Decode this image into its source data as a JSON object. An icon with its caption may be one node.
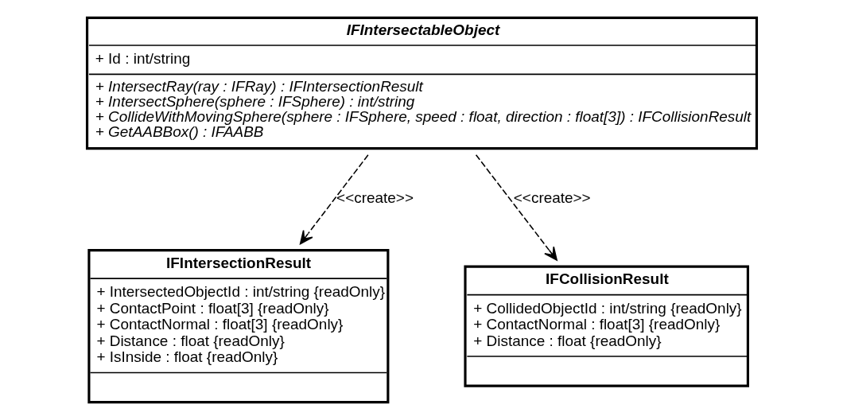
{
  "diagram": {
    "nodes": [
      {
        "text": [
          "IFIntersectableObject",
          "+ Id : int/string",
          "+ IntersectRay(ray : IFRay) : IFIntersectionResult",
          "+ IntersectSphere(sphere : IFSphere) : int/string",
          "+ CollideWithMovingSphere(sphere : IFSphere, speed : float, direction : float[3]) : IFCollisionResult",
          "+ GetAABBox() : IFAABB"
        ]
      },
      {
        "text": [
          "IFIntersectionResult",
          "+ IntersectedObjectId : int/string {readOnly}",
          "+ ContactPoint : float[3] {readOnly}",
          "+ ContactNormal : float[3] {readOnly}",
          "+ Distance : float {readOnly}",
          "+ IsInside : float {readOnly}"
        ]
      },
      {
        "text": [
          "IFCollisionResult",
          "+ CollidedObjectId : int/string {readOnly}",
          "+ ContactNormal : float[3] {readOnly}",
          "+ Distance : float {readOnly}"
        ]
      }
    ],
    "edges": [
      {
        "from": 0,
        "to": 1,
        "arrow": "to",
        "style": "dashed",
        "label": "<<create>>"
      },
      {
        "from": 0,
        "to": 2,
        "arrow": "to",
        "style": "dashed",
        "label": "<<create>>"
      }
    ]
  }
}
